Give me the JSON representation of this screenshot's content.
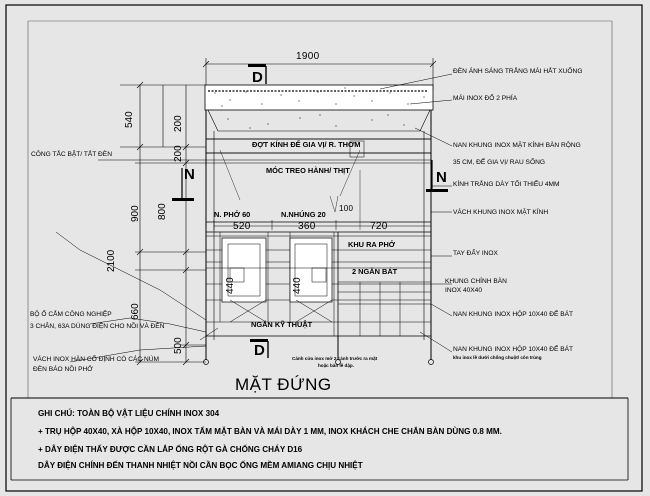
{
  "drawing": {
    "title": "MẶT ĐỨNG",
    "section_marks": {
      "top": "D",
      "bottom": "D",
      "left": "N",
      "right": "N"
    },
    "dimensions": {
      "overall_width": "1900",
      "roof_height": "540",
      "upper_height": "200",
      "band_height": "200",
      "mid_height": "800",
      "counter_height": "900",
      "total_height": "2100",
      "lower_height": "660",
      "base_height": "500",
      "leg_height": "100",
      "right_width": "720",
      "sink_left_width": "520",
      "sink_right_width": "360",
      "burner_left": "440",
      "burner_right": "440"
    }
  },
  "labels": {
    "roof_light": "ĐÈN ÁNH SÁNG TRẮNG MÁI HẮT XUỐNG",
    "roof_inox": "MÁI INOX ĐỔ 2 PHÍA",
    "frame_inox_1": "NAN KHUNG INOX MẶT KÍNH BÀN RỘNG",
    "frame_inox_2": "35 CM, ĐỂ GIA VỊ/ RAU SỐNG",
    "glass": "KÍNH TRẮNG DÀY TỐI THIỂU 4MM",
    "glass_frame": "VÁCH KHUNG INOX MẶT KÍNH",
    "handle": "TAY ĐẨY INOX",
    "main_frame_1": "KHUNG CHÍNH BÀN",
    "main_frame_2": "INOX 40X40",
    "bowl_frame": "NAN KHUNG INOX HỘP 10X40 ĐỂ BÁT",
    "bowl_frame_2": "NAN KHUNG INOX HỘP 10X40 ĐỂ BÁT",
    "bowl_note": "khu inox lề dưới chống chuột/ côn trùng",
    "switch": "CÔNG TẮC BẬT/ TẮT ĐÈN",
    "socket_1": "BỘ Ổ CẮM CÔNG NGHIỆP",
    "socket_2": "3 CHÂN, 63A DÙNG ĐIỆN CHO NỒI VÀ ĐÈN",
    "wire_1": "VÁCH INOX HÀN CỐ ĐỊNH CÓ CÁC NÚM",
    "wire_2": "ĐÈN BÁO NỒI PHỞ",
    "cabinet_glass": "ĐỢT KÍNH ĐỂ GIA VỊ/ R. THƠM",
    "hook": "MÓC TREO HÀNH/ THỊT",
    "pho_pot": "N. PHỞ 60",
    "noodle_pot": "N.NHÚNG 20",
    "pho_area": "KHU RA PHỞ",
    "bowl_shelf": "2 NGĂN BÁT",
    "tech_shelf": "NGĂN KỸ THUẬT",
    "bottom_note_1": "Cánh cửa inox mở 2 cánh trước ra mặt",
    "bottom_note_2": "hoặc bản lề dập."
  },
  "notes": {
    "line1": "GHI CHÚ: TOÀN BỘ VẬT LIỆU CHÍNH INOX 304",
    "line2": "+ TRỤ HỘP 40X40, XÀ HỘP 10X40, INOX TẤM MẶT BÀN VÀ MÁI DÀY 1 MM, INOX KHÁCH CHE CHẮN BÀN DÙNG 0.8 MM.",
    "line3": "+ DÂY ĐIỆN THẤY ĐƯỢC CẦN LẮP ỐNG RỘT GÀ CHỐNG CHÁY D16",
    "line4": "DÂY ĐIỆN CHÍNH ĐẾN THANH NHIỆT NỒI CẦN BỌC ỐNG MỀM AMIANG CHỊU NHIỆT"
  }
}
